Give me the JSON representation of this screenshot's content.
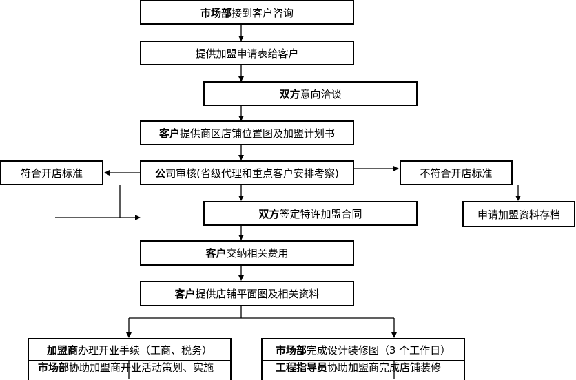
{
  "steps": {
    "s1": {
      "bold": "市场部",
      "text": "接到客户咨询"
    },
    "s2": {
      "bold": "",
      "text": "提供加盟申请表给客户"
    },
    "s3": {
      "bold": "双方",
      "text": "意向洽谈"
    },
    "s4": {
      "bold": "客户",
      "text": "提供商区店铺位置图及加盟计划书"
    },
    "s5": {
      "bold": "公司",
      "text": "审核(省级代理和重点客户安排考察)"
    },
    "left": {
      "text": "符合开店标准"
    },
    "right": {
      "text": "不符合开店标准"
    },
    "archive": {
      "text": "申请加盟资料存档"
    },
    "s6": {
      "bold": "双方",
      "text": "签定特许加盟合同"
    },
    "s7": {
      "bold": "客户",
      "text": "交纳相关费用"
    },
    "s8": {
      "bold": "客户",
      "text": "提供店铺平面图及相关资料"
    },
    "s9a": {
      "bold": "加盟商",
      "text": "办理开业手续（工商、税务）"
    },
    "s9b": {
      "bold": "市场部",
      "text": "完成设计装修图（3 个工作日）"
    },
    "s10a": {
      "bold": "市场部",
      "text": "协助加盟商开业活动策划、实施"
    },
    "s10b": {
      "bold": "工程指导员",
      "text": "协助加盟商完成店铺装修"
    }
  }
}
